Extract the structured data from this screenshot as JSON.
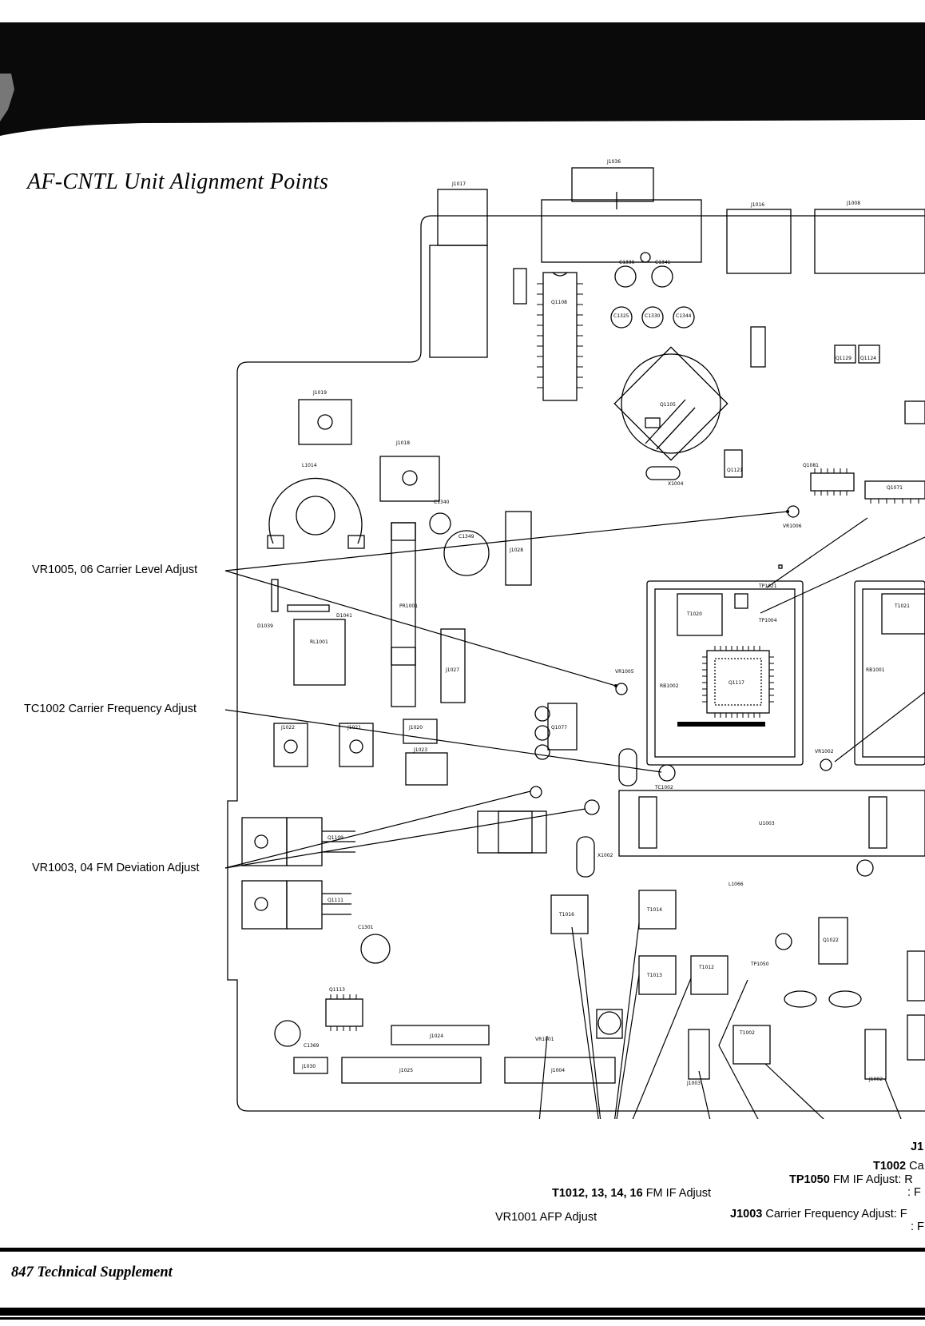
{
  "page": {
    "title": "AF-CNTL Unit Alignment Points",
    "footer": "847 Technical Supplement"
  },
  "callouts": {
    "vr1005": {
      "ref": "VR1005, 06",
      "text": " Carrier Level Adjust"
    },
    "tc1002": {
      "ref": "TC1002",
      "text": " Carrier Frequency Adjust"
    },
    "vr1003": {
      "ref": "VR1003, 04",
      "text": " FM Deviation Adjust"
    },
    "t1012": {
      "ref": "T1012, 13, 14, 16",
      "text": " FM IF Adjust"
    },
    "vr1001": {
      "ref": "VR1001",
      "text": " AFP Adjust"
    },
    "j1003": {
      "ref": "J1003",
      "text": " Carrier Frequency Adjust: F",
      "text2": ": F"
    },
    "tp1050": {
      "ref": "TP1050",
      "text": " FM IF Adjust: R",
      "text2": ": F"
    },
    "t1002": {
      "ref": "T1002",
      "text": " Ca"
    },
    "j1": {
      "ref": "J1"
    }
  },
  "components": {
    "j1036": "J1036",
    "j1017": "J1017",
    "j1016": "J1016",
    "j1008": "J1008",
    "j1019": "J1019",
    "j1018": "J1018",
    "l1014": "L1014",
    "q1105": "Q1105",
    "q1108": "Q1108",
    "rl1001": "RL1001",
    "q1117": "Q1117",
    "t1020": "T1020",
    "t1021": "T1021",
    "u1003": "U1003",
    "j1020": "J1020",
    "j1023": "J1023",
    "j1022": "J1022",
    "j1021": "J1021",
    "t1016": "T1016",
    "t1014": "T1014",
    "t1013": "T1013",
    "t1012": "T1012",
    "t1002": "T1002",
    "j1024": "J1024",
    "j1025": "J1025",
    "j1004": "J1004",
    "j1030": "J1030",
    "j1027": "J1027",
    "j1028": "J1028",
    "vr1006": "VR1006",
    "vr1005": "VR1005",
    "vr1002": "VR1002",
    "tc1002": "TC1002",
    "vr1001": "VR1001",
    "q1109": "Q1109",
    "q1111": "Q1111",
    "q1071": "Q1071",
    "q1081": "Q1081",
    "q1077": "Q1077",
    "q1022": "Q1022",
    "q1113": "Q1113",
    "j1003": "J1003",
    "j1002": "J1002",
    "x1004": "X1004",
    "x1002": "X1002",
    "c1349": "C1349",
    "c1301": "C1301",
    "c1369": "C1369",
    "c1336": "C1336",
    "c1341": "C1341",
    "c1330": "C1330",
    "c1344": "C1344",
    "c1325": "C1325",
    "rb1002": "RB1002",
    "rb1001": "RB1001",
    "tp1021": "TP1021",
    "tp1004": "TP1004",
    "tp1050": "TP1050",
    "l1066": "L1066",
    "pr1001": "PR1001",
    "d1039": "D1039",
    "d1041": "D1041",
    "c1340": "C1340",
    "q1129": "Q1129",
    "q1124": "Q1124",
    "q1121": "Q1121"
  }
}
